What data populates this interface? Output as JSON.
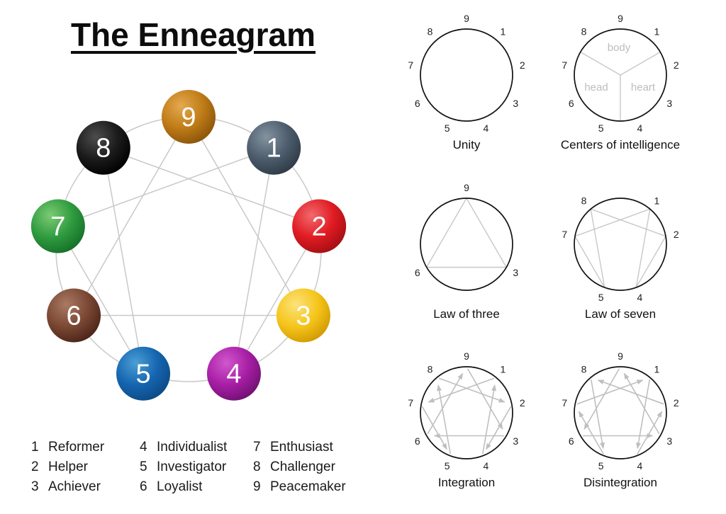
{
  "title": "The Enneagram",
  "main_diagram": {
    "line_color": "#c9c9c9",
    "number_color": "#ffffff",
    "triangle": [
      9,
      3,
      6
    ],
    "hexad": [
      1,
      4,
      2,
      8,
      5,
      7
    ],
    "spheres": [
      {
        "num": "1",
        "base": "#4d5d6d",
        "light": "#84939f",
        "dark": "#2e3a46"
      },
      {
        "num": "2",
        "base": "#e01b22",
        "light": "#f16a6d",
        "dark": "#a30f14"
      },
      {
        "num": "3",
        "base": "#f6c51c",
        "light": "#fbe37b",
        "dark": "#d09a00"
      },
      {
        "num": "4",
        "base": "#a81ea6",
        "light": "#d058cc",
        "dark": "#6f1170"
      },
      {
        "num": "5",
        "base": "#1565b0",
        "light": "#4b9fd4",
        "dark": "#0d4a85"
      },
      {
        "num": "6",
        "base": "#7b4834",
        "light": "#a97a64",
        "dark": "#4a2418"
      },
      {
        "num": "7",
        "base": "#2f9b3f",
        "light": "#7ccb74",
        "dark": "#157029"
      },
      {
        "num": "8",
        "base": "#1b1b1b",
        "light": "#4d4d4d",
        "dark": "#000000"
      },
      {
        "num": "9",
        "base": "#bf7c17",
        "light": "#e5a94f",
        "dark": "#8a540a"
      }
    ]
  },
  "legend": {
    "columns": [
      [
        {
          "num": "1",
          "name": "Reformer"
        },
        {
          "num": "2",
          "name": "Helper"
        },
        {
          "num": "3",
          "name": "Achiever"
        }
      ],
      [
        {
          "num": "4",
          "name": "Individualist"
        },
        {
          "num": "5",
          "name": "Investigator"
        },
        {
          "num": "6",
          "name": "Loyalist"
        }
      ],
      [
        {
          "num": "7",
          "name": "Enthusiast"
        },
        {
          "num": "8",
          "name": "Challenger"
        },
        {
          "num": "9",
          "name": "Peacemaker"
        }
      ]
    ]
  },
  "mini_style": {
    "circle_color": "#111111",
    "line_color": "#c8c8c8",
    "arrow_color": "#bfbfbf",
    "number_color": "#222222",
    "sector_label_color": "#bdbdbd"
  },
  "mini_diagrams": [
    {
      "caption": "Unity",
      "numbers": [
        1,
        2,
        3,
        4,
        5,
        6,
        7,
        8,
        9
      ]
    },
    {
      "caption": "Centers of intelligence",
      "numbers": [
        1,
        2,
        3,
        4,
        5,
        6,
        7,
        8,
        9
      ],
      "sector_labels": [
        {
          "text": "body"
        },
        {
          "text": "head"
        },
        {
          "text": "heart"
        }
      ],
      "divider_angles": [
        30,
        150,
        270
      ]
    },
    {
      "caption": "Law of three",
      "numbers": [
        9,
        6,
        3
      ],
      "lines": [
        [
          9,
          6
        ],
        [
          6,
          3
        ],
        [
          3,
          9
        ]
      ]
    },
    {
      "caption": "Law of seven",
      "numbers": [
        8,
        1,
        2,
        4,
        5,
        7
      ],
      "lines": [
        [
          1,
          4
        ],
        [
          4,
          2
        ],
        [
          2,
          8
        ],
        [
          8,
          5
        ],
        [
          5,
          7
        ],
        [
          7,
          1
        ]
      ]
    },
    {
      "caption": "Integration",
      "numbers": [
        1,
        2,
        3,
        4,
        5,
        6,
        7,
        8,
        9
      ],
      "arrows": [
        [
          1,
          7
        ],
        [
          2,
          4
        ],
        [
          3,
          6
        ],
        [
          4,
          1
        ],
        [
          5,
          8
        ],
        [
          6,
          9
        ],
        [
          7,
          5
        ],
        [
          8,
          2
        ],
        [
          9,
          3
        ]
      ]
    },
    {
      "caption": "Disintegration",
      "numbers": [
        1,
        2,
        3,
        4,
        5,
        6,
        7,
        8,
        9
      ],
      "arrows": [
        [
          1,
          4
        ],
        [
          2,
          8
        ],
        [
          3,
          9
        ],
        [
          4,
          2
        ],
        [
          5,
          7
        ],
        [
          6,
          3
        ],
        [
          7,
          1
        ],
        [
          8,
          5
        ],
        [
          9,
          6
        ]
      ]
    }
  ]
}
